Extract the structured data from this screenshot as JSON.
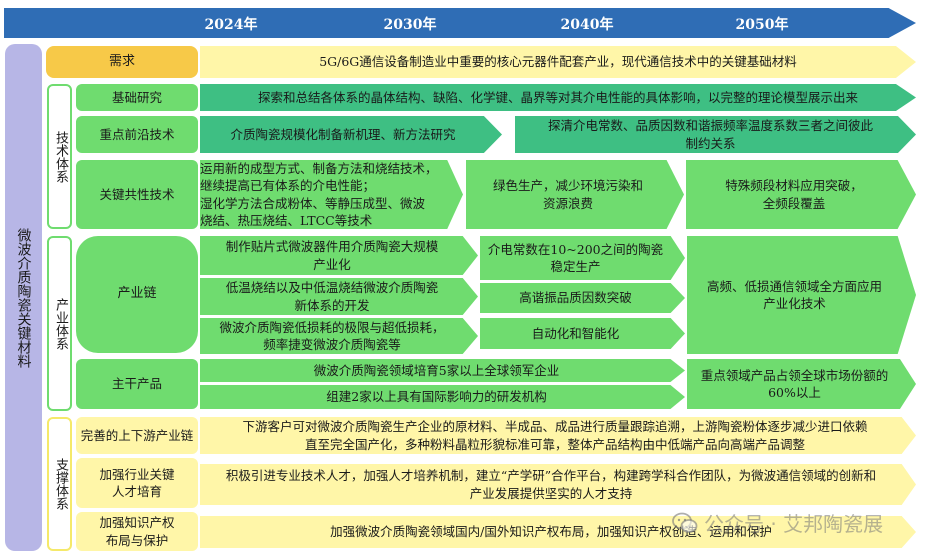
{
  "timeline": {
    "years": [
      "2024年",
      "2030年",
      "2040年",
      "2050年"
    ]
  },
  "main_label": "微波介质陶瓷关键材料",
  "demand": {
    "label": "需求",
    "text": "5G/6G通信设备制造业中重要的核心元器件配套产业，现代通信技术中的关键基础材料"
  },
  "tech_system": {
    "label": "技术体系",
    "basic_research": {
      "label": "基础研究",
      "text": "探索和总结各体系的晶体结构、缺陷、化学键、晶界等对其介电性能的具体影响，以完整的理论模型展示出来"
    },
    "frontier": {
      "label": "重点前沿技术",
      "text_1": "介质陶瓷规模化制备新机理、新方法研究",
      "text_2": "探清介电常数、品质因数和谐振频率温度系数三者之间彼此\n制约关系"
    },
    "common_key": {
      "label": "关键共性技术",
      "text_1": "运用新的成型方式、制备方法和烧结技术，\n继续提高已有体系的介电性能；\n湿化学方法合成粉体、等静压成型、微波\n烧结、热压烧结、LTCC等技术",
      "text_2": "绿色生产，减少环境污染和\n资源浪费",
      "text_3": "特殊频段材料应用突破，\n全频段覆盖"
    }
  },
  "industry_system": {
    "label": "产业体系",
    "chain": {
      "label": "产业链",
      "left": [
        "制作贴片式微波器件用介质陶瓷大规模\n产业化",
        "低温烧结以及中低温烧结微波介质陶瓷\n新体系的开发",
        "微波介质陶瓷低损耗的极限与超低损耗，\n频率捷变微波介质陶瓷等"
      ],
      "middle": [
        "介电常数在10~200之间的陶瓷\n稳定生产",
        "高谐振品质因数突破",
        "自动化和智能化"
      ],
      "right": "高频、低损通信领域全方面应用\n产业化技术"
    },
    "main_products": {
      "label": "主干产品",
      "row_1": "微波介质陶瓷领域培育5家以上全球领军企业",
      "row_2": "组建2家以上具有国际影响力的研发机构",
      "right": "重点领域产品占领全球市场份额的\n60%以上"
    }
  },
  "support_system": {
    "label": "支撑体系",
    "upstream": {
      "label": "完善的上下游产业链",
      "text": "下游客户可对微波介质陶瓷生产企业的原材料、半成品、成品进行质量跟踪追溯，上游陶瓷粉体逐步减少进口依赖\n直至完全国产化，多种粉料晶粒形貌标准可靠，整体产品结构由中低端产品向高端产品调整"
    },
    "talent": {
      "label": "加强行业关键\n人才培育",
      "text": "积极引进专业技术人才，加强人才培养机制，建立“产学研”合作平台，构建跨学科合作团队，为微波通信领域的创新和\n产业发展提供坚实的人才支持"
    },
    "ip": {
      "label": "加强知识产权\n布局与保护",
      "text": "加强微波介质陶瓷领域国内/国外知识产权布局，加强知识产权创造、运用和保护"
    }
  },
  "watermark": "公众号 · 艾邦陶瓷展",
  "colors": {
    "timeline": "#2f6db5",
    "main_label_bg": "#b7b6e6",
    "demand_label": "#f7c948",
    "demand_arrow": "#fff6a8",
    "green_light": "#6fdc6f",
    "green_dark": "#3ebf83",
    "green_pale": "#c6f0b3",
    "support_label": "#fff6a8"
  },
  "icons": {
    "watermark": "wechat-icon"
  }
}
